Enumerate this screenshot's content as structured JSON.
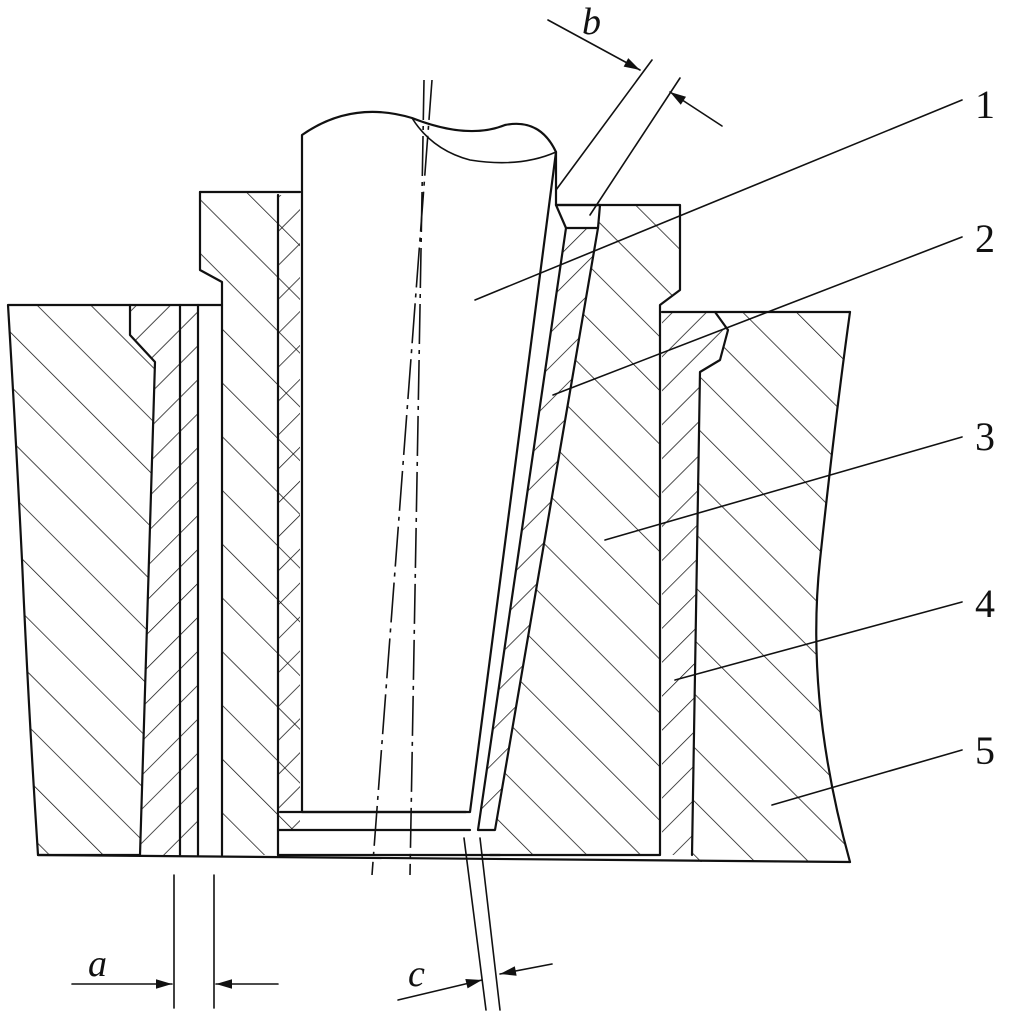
{
  "part_labels": {
    "p1": "1",
    "p2": "2",
    "p3": "3",
    "p4": "4",
    "p5": "5"
  },
  "dimension_labels": {
    "a": "a",
    "b": "b",
    "c": "c"
  }
}
